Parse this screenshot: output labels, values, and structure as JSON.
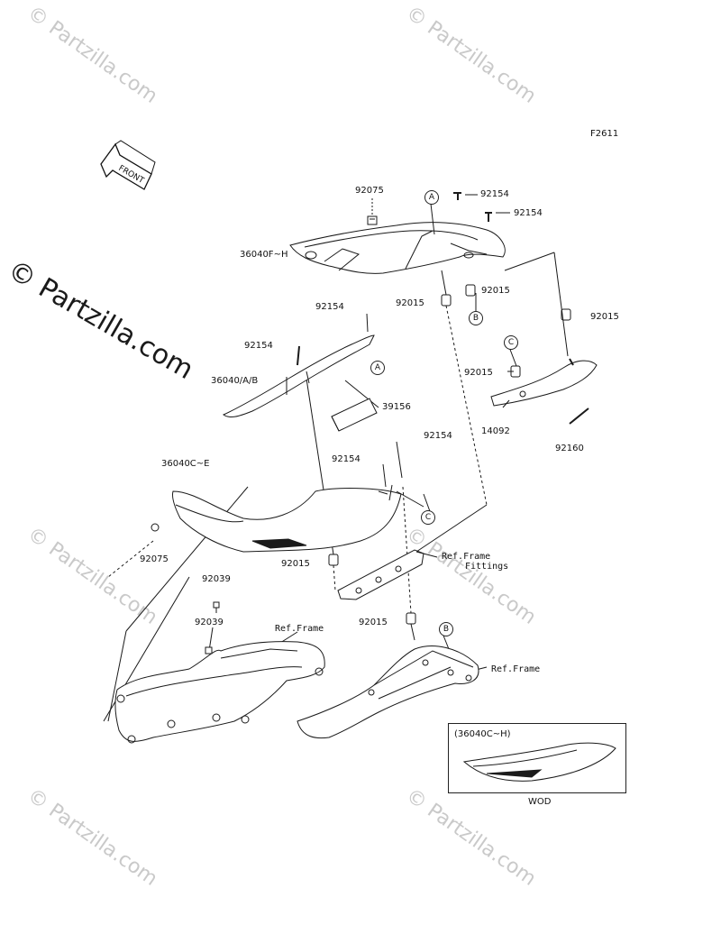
{
  "figure_code": "F2611",
  "watermark": "© Partzilla.com",
  "front_arrow_label": "FRONT",
  "parts": {
    "p92075_top": "92075",
    "p92154_a": "92154",
    "p92154_b": "92154",
    "p36040FH": "36040F~H",
    "p92015_r1": "92015",
    "p92015_mid": "92015",
    "p92015_far": "92015",
    "p92154_c": "92154",
    "p92154_d": "92154",
    "p36040AB": "36040/A/B",
    "p39156": "39156",
    "p92015_c": "92015",
    "p14092": "14092",
    "p92160": "92160",
    "p92154_e": "92154",
    "p92154_f": "92154",
    "p36040CE": "36040C~E",
    "p92075_left": "92075",
    "ref_frame_fittings_1": "Ref.Frame",
    "ref_frame_fittings_2": "Fittings",
    "p92015_low": "92015",
    "p92039_a": "92039",
    "p92039_b": "92039",
    "ref_frame_1": "Ref.Frame",
    "p92015_bottom": "92015",
    "ref_frame_2": "Ref.Frame"
  },
  "callouts": {
    "A": "A",
    "B": "B",
    "C": "C"
  },
  "inset": {
    "title": "(36040C~H)",
    "caption": "WOD"
  }
}
